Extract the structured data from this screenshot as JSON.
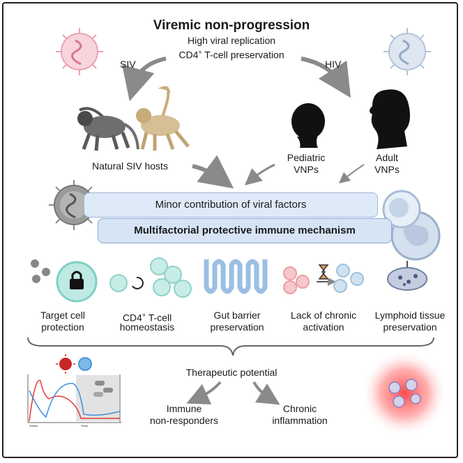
{
  "header": {
    "title": "Viremic non-progression",
    "line1": "High viral replication",
    "line2_main": "CD4",
    "line2_sup": "+",
    "line2_rest": " T-cell preservation"
  },
  "viruses": {
    "left_label": "SIV",
    "right_label": "HIV"
  },
  "hosts": {
    "natural": "Natural SIV hosts",
    "pediatric_1": "Pediatric",
    "pediatric_2": "VNPs",
    "adult_1": "Adult",
    "adult_2": "VNPs"
  },
  "bands": {
    "minor": "Minor contribution of viral factors",
    "multifactorial": "Multifactorial protective immune mechanism"
  },
  "mechanisms": [
    {
      "l1": "Target cell",
      "l2": "protection"
    },
    {
      "l1_main": "CD4",
      "l1_sup": "+",
      "l1_rest": " T-cell",
      "l2": "homeostasis"
    },
    {
      "l1": "Gut barrier",
      "l2": "preservation"
    },
    {
      "l1": "Lack of chronic",
      "l2": "activation"
    },
    {
      "l1": "Lymphoid tissue",
      "l2": "preservation"
    }
  ],
  "therapeutic": {
    "label": "Therapeutic potential",
    "left_1": "Immune",
    "left_2": "non-responders",
    "right_1": "Chronic",
    "right_2": "inflammation"
  },
  "mini_chart": {
    "x_left_label": "Weeks",
    "x_right_label": "Years"
  },
  "colors": {
    "siv_virus": "#f3b6c3",
    "hiv_virus": "#c5d3e6",
    "band_fill": "#dfeaf8",
    "band_border": "#8aa6d0",
    "cell_teal": "#bfe9e3",
    "cell_red": "#f3b3b8",
    "cell_blue": "#bcd9ee",
    "inflammation": "#ff5555"
  }
}
